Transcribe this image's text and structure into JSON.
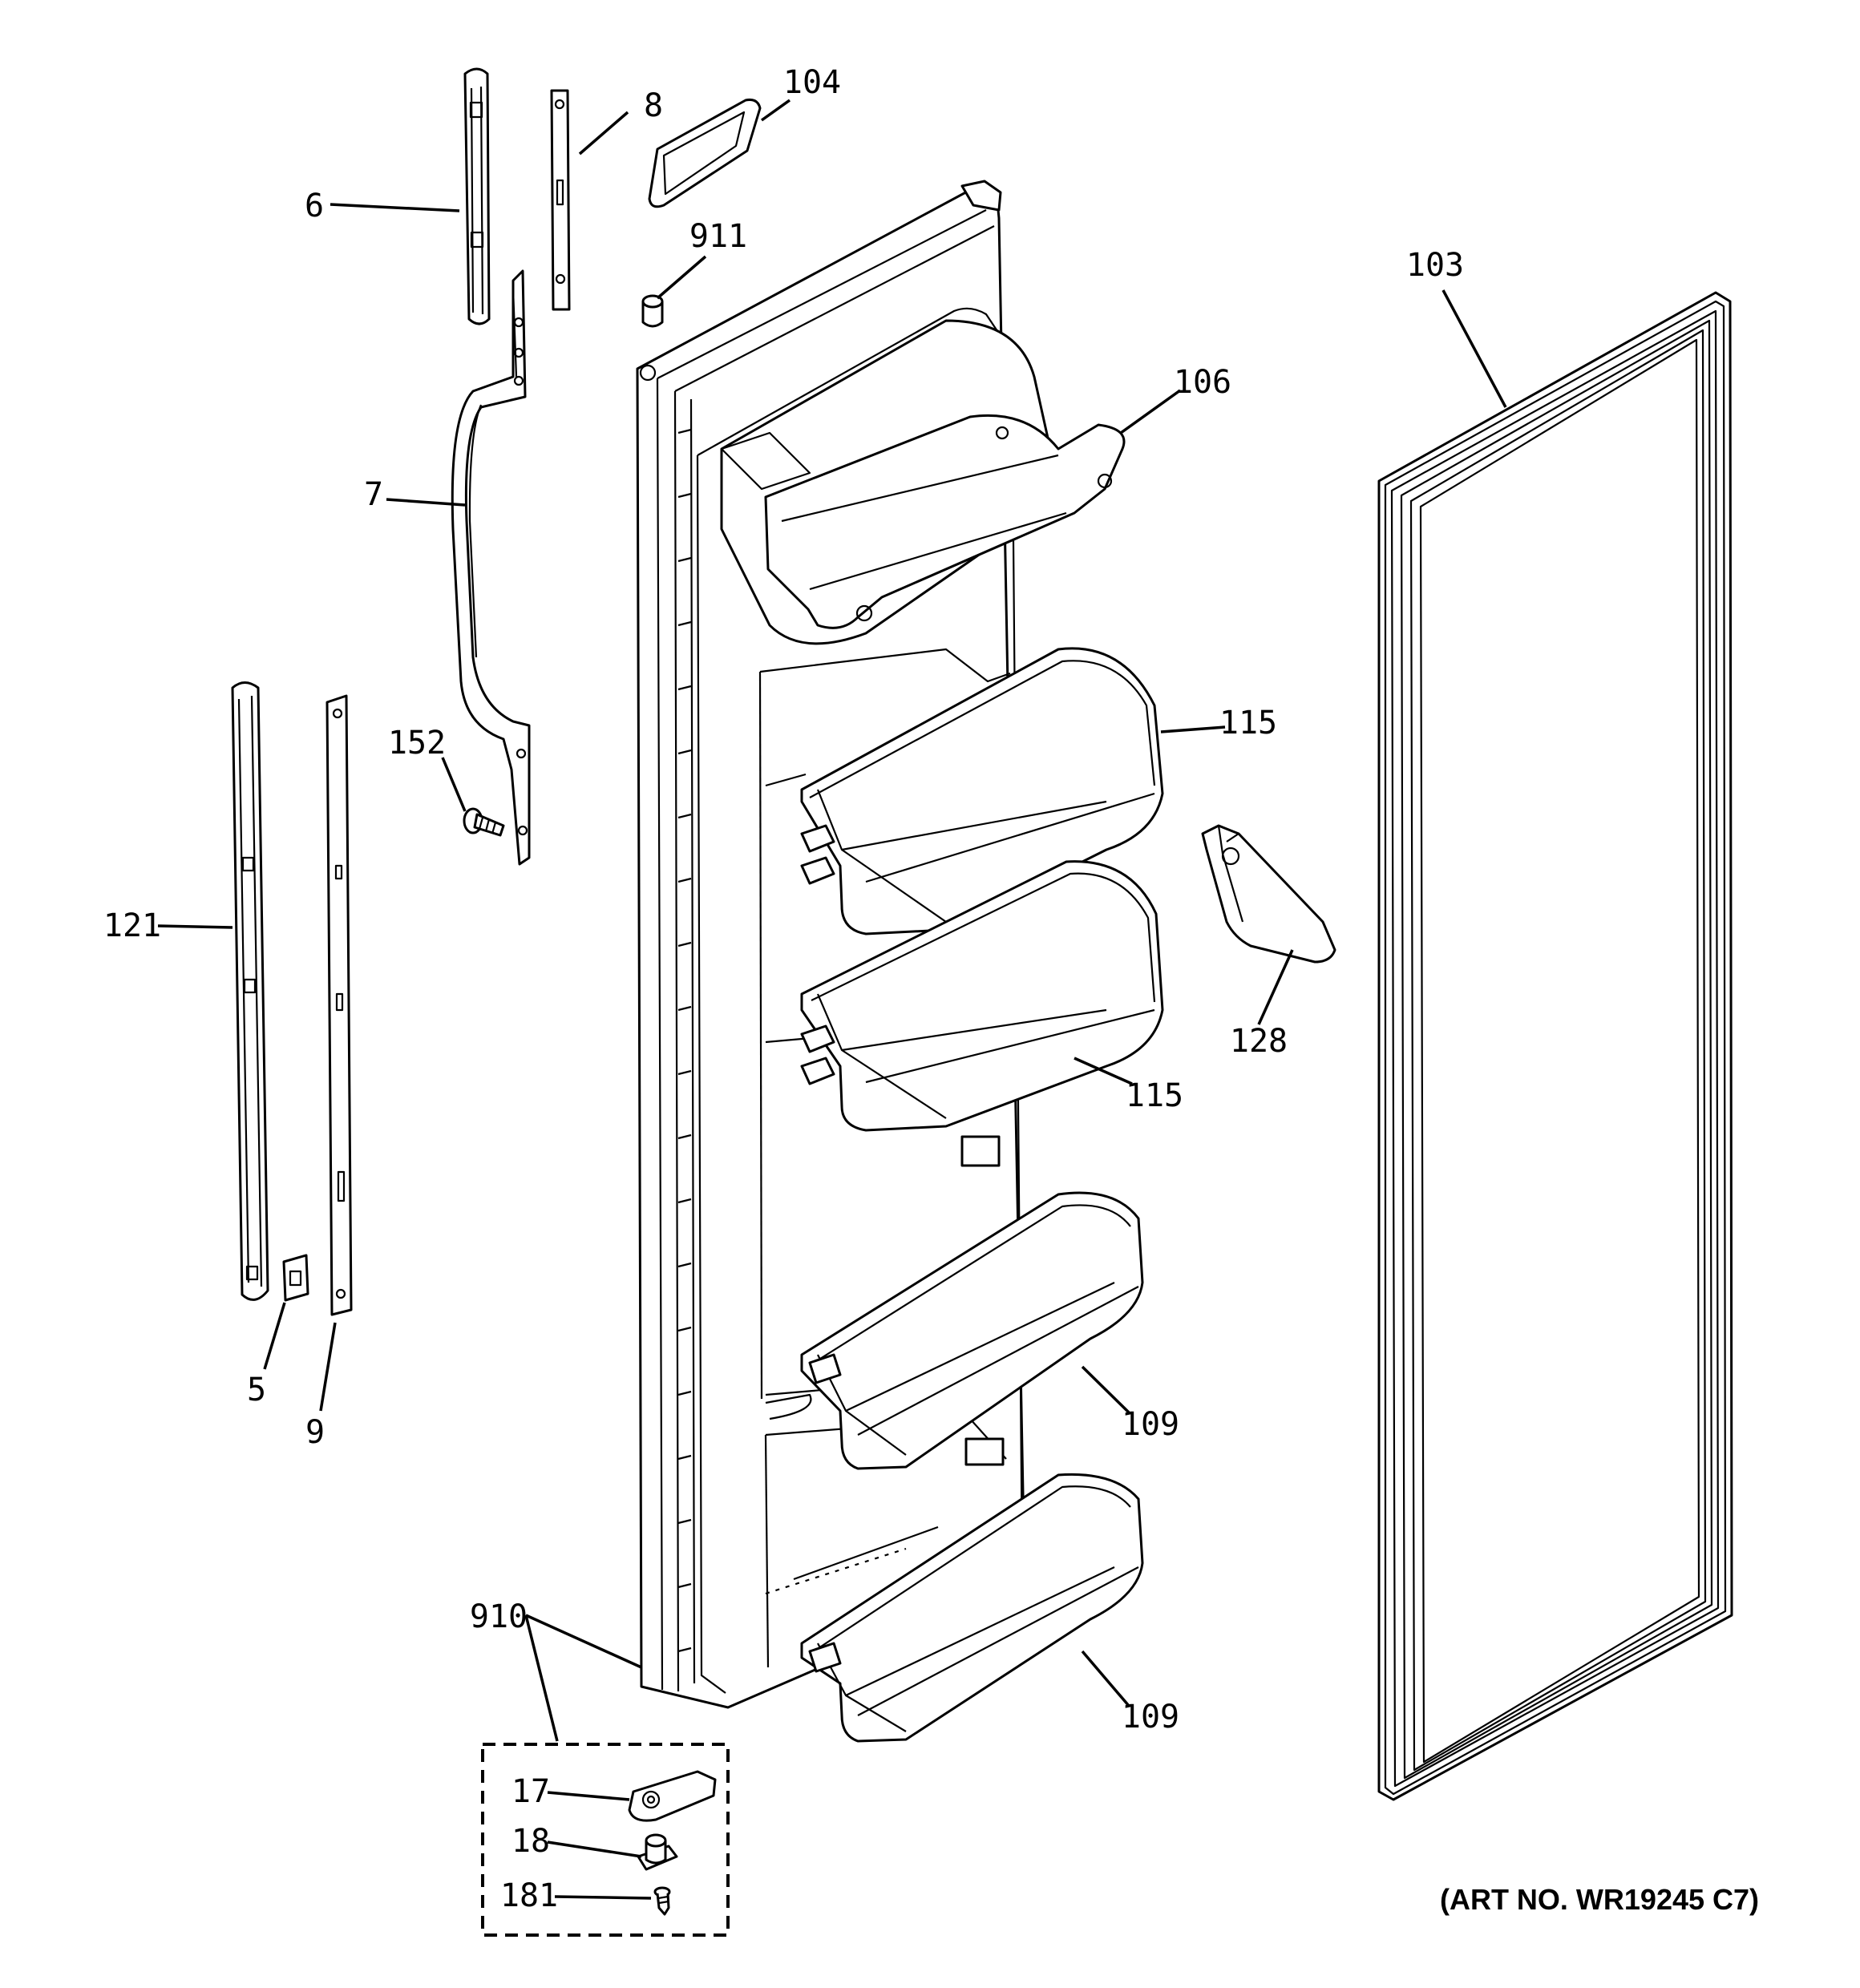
{
  "labels": {
    "p6": "6",
    "p8": "8",
    "p104": "104",
    "p911": "911",
    "p103": "103",
    "p106": "106",
    "p7": "7",
    "p115a": "115",
    "p152": "152",
    "p121": "121",
    "p128": "128",
    "p115b": "115",
    "p5": "5",
    "p9": "9",
    "p109a": "109",
    "p910": "910",
    "p109b": "109",
    "p17": "17",
    "p18": "18",
    "p181": "181"
  },
  "art_number": "(ART NO. WR19245 C7)"
}
